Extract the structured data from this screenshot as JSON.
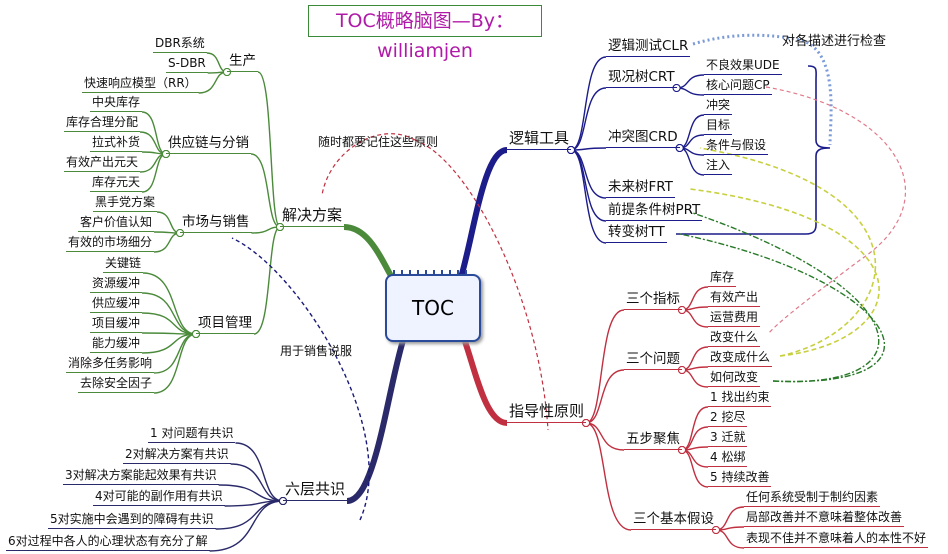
{
  "title": "TOC概略脑图—By：williamjen",
  "center": "TOC",
  "colors": {
    "solution": "#4a8a3a",
    "logic": "#1c1c8a",
    "principle": "#c03040",
    "consensus": "#2a2a6a"
  },
  "left": {
    "solution": {
      "label": "解决方案",
      "production": {
        "label": "生产",
        "items": [
          "DBR系统",
          "S-DBR",
          "快速响应模型（RR）"
        ]
      },
      "supply": {
        "label": "供应链与分销",
        "items": [
          "中央库存",
          "库存合理分配",
          "拉式补货",
          "有效产出元天",
          "库存元天"
        ]
      },
      "market": {
        "label": "市场与销售",
        "items": [
          "黑手党方案",
          "客户价值认知",
          "有效的市场细分"
        ]
      },
      "project": {
        "label": "项目管理",
        "items": [
          "关键链",
          "资源缓冲",
          "供应缓冲",
          "项目缓冲",
          "能力缓冲",
          "消除多任务影响",
          "去除安全因子"
        ]
      }
    },
    "consensus": {
      "label": "六层共识",
      "items": [
        "1 对问题有共识",
        "2对解决方案有共识",
        "3对解决方案能起效果有共识",
        "4对可能的副作用有共识",
        "5对实施中会遇到的障碍有共识",
        "6对过程中各人的心理状态有充分了解"
      ]
    }
  },
  "right": {
    "logic": {
      "label": "逻辑工具",
      "clr": "逻辑测试CLR",
      "crt": {
        "label": "现况树CRT",
        "items": [
          "不良效果UDE",
          "核心问题CP"
        ]
      },
      "crd": {
        "label": "冲突图CRD",
        "items": [
          "冲突",
          "目标",
          "条件与假设",
          "注入"
        ]
      },
      "frt": "未来树FRT",
      "prt": "前提条件树PRT",
      "tt": "转变树TT"
    },
    "principle": {
      "label": "指导性原则",
      "metrics": {
        "label": "三个指标",
        "items": [
          "库存",
          "有效产出",
          "运营费用"
        ]
      },
      "questions": {
        "label": "三个问题",
        "items": [
          "改变什么",
          "改变成什么",
          "如何改变"
        ]
      },
      "steps": {
        "label": "五步聚焦",
        "items": [
          "1 找出约束",
          "2 挖尽",
          "3 迁就",
          "4 松绑",
          "5 持续改善"
        ]
      },
      "assumptions": {
        "label": "三个基本假设",
        "items": [
          "任何系统受制于制约因素",
          "局部改善并不意味着整体改善",
          "表现不佳并不意味着人的本性不好"
        ]
      }
    }
  },
  "annotations": {
    "remember": "随时都要记住这些原则",
    "sales": "用于销售说服",
    "check": "对各描述进行检查"
  }
}
